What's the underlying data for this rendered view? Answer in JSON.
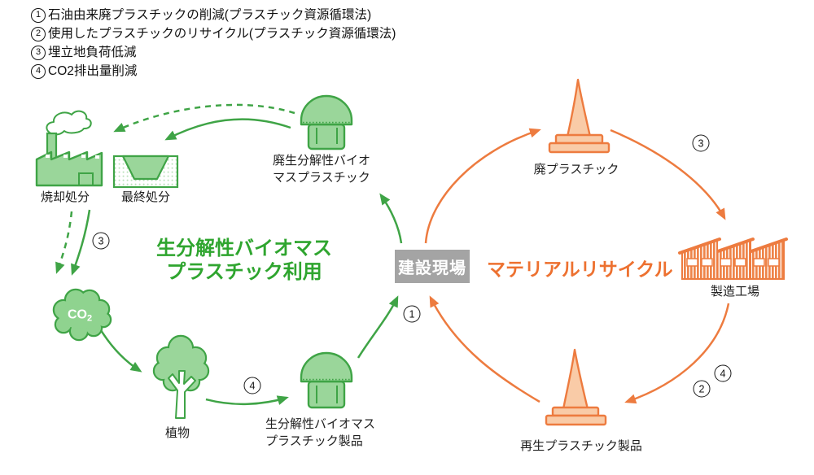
{
  "steps": {
    "one": "1",
    "two": "2",
    "three": "3",
    "four": "4"
  },
  "header": {
    "items": [
      {
        "num": "1",
        "text": "石油由来廃プラスチックの削減(プラスチック資源循環法)"
      },
      {
        "num": "2",
        "text": "使用したプラスチックのリサイクル(プラスチック資源循環法)"
      },
      {
        "num": "3",
        "text": "埋立地負荷低減"
      },
      {
        "num": "4",
        "text": "CO2排出量削減"
      }
    ]
  },
  "bio_cycle": {
    "title_line1": "生分解性バイオマス",
    "title_line2": "プラスチック利用",
    "incineration": "焼却処分",
    "final_disposal": "最終処分",
    "waste_bioplastic_line1": "廃生分解性バイオ",
    "waste_bioplastic_line2": "マスプラスチック",
    "co2": "CO",
    "co2_sub": "2",
    "plant": "植物",
    "product_line1": "生分解性バイオマス",
    "product_line2": "プラスチック製品"
  },
  "site": {
    "label": "建設現場"
  },
  "material_cycle": {
    "title": "マテリアルリサイクル",
    "waste_plastic": "廃プラスチック",
    "factory": "製造工場",
    "recycled_product": "再生プラスチック製品"
  },
  "colors": {
    "green": "#3FA446",
    "green_fill": "#9AD69A",
    "green_text": "#2FA52F",
    "orange": "#ED7B3F",
    "orange_fill": "#F9CBA7",
    "orange_text": "#ED7130",
    "gray_box": "#A4A4A4"
  }
}
